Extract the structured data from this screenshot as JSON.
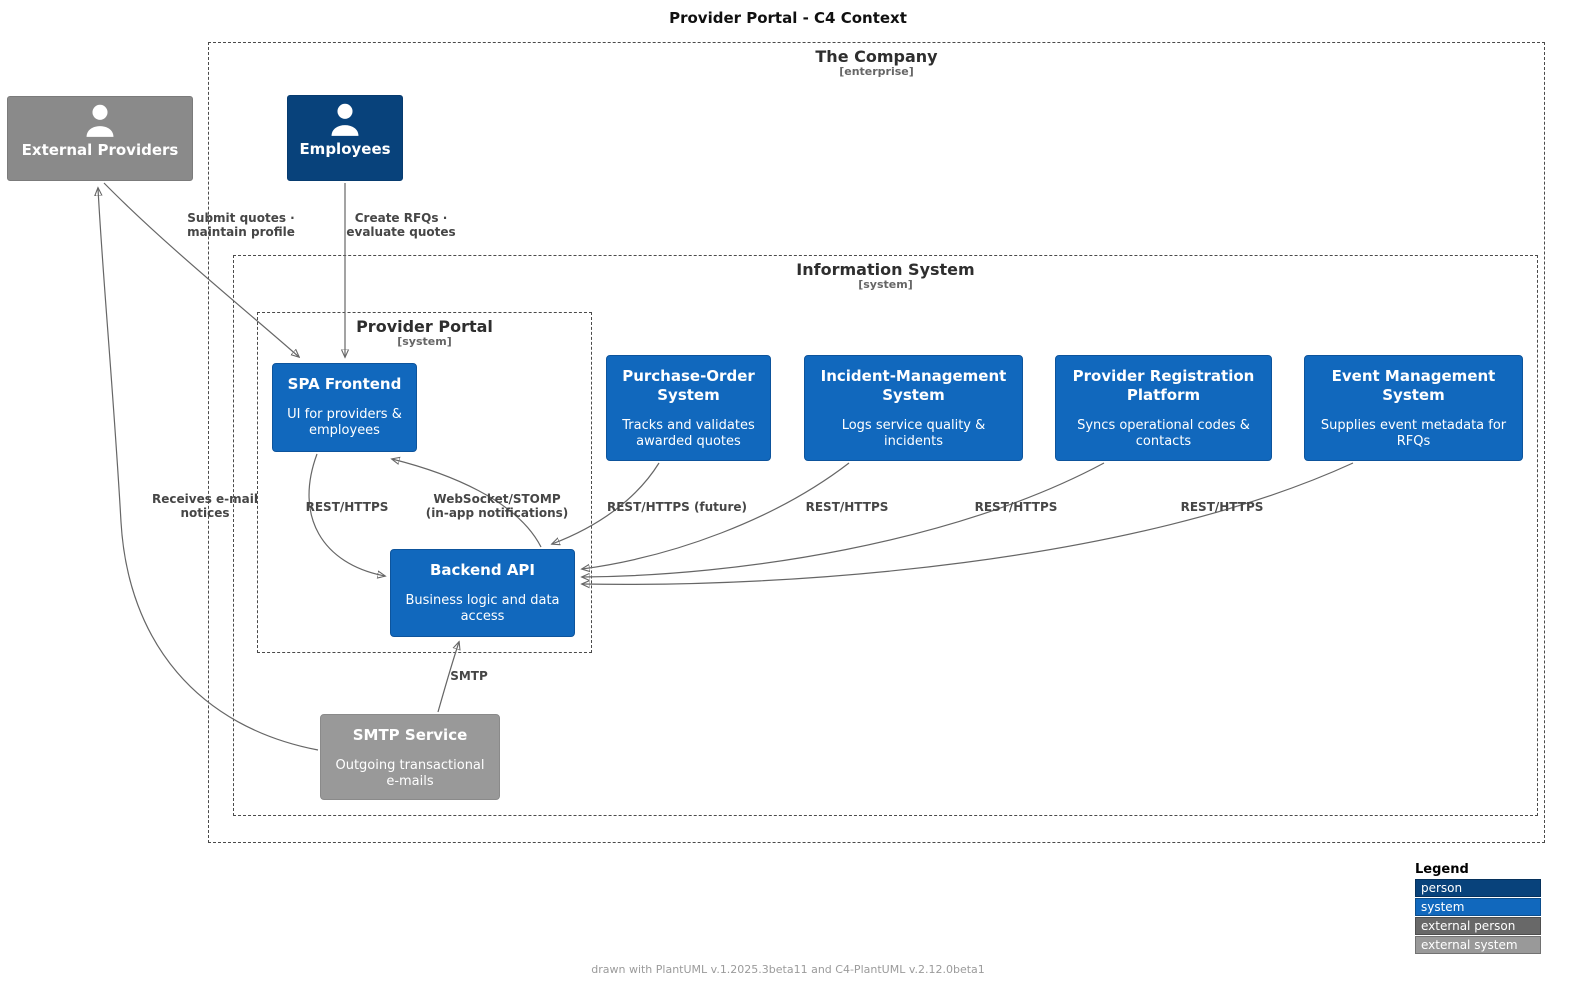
{
  "diagram": {
    "title": "Provider Portal - C4 Context",
    "footer": "drawn with PlantUML v.1.2025.3beta11 and C4-PlantUML v.2.12.0beta1"
  },
  "boundaries": {
    "company": {
      "label": "The Company",
      "type": "[enterprise]"
    },
    "information_system": {
      "label": "Information System",
      "type": "[system]"
    },
    "provider_portal": {
      "label": "Provider Portal",
      "type": "[system]"
    }
  },
  "nodes": {
    "external_providers": {
      "label": "External Providers"
    },
    "employees": {
      "label": "Employees"
    },
    "spa_frontend": {
      "label": "SPA Frontend",
      "desc": "UI for providers &\nemployees"
    },
    "purchase_order": {
      "label": "Purchase-Order\nSystem",
      "desc": "Tracks and validates\nawarded quotes"
    },
    "incident_management": {
      "label": "Incident-Management\nSystem",
      "desc": "Logs service quality &\nincidents"
    },
    "provider_registration": {
      "label": "Provider Registration\nPlatform",
      "desc": "Syncs operational codes &\ncontacts"
    },
    "event_management": {
      "label": "Event Management\nSystem",
      "desc": "Supplies event metadata for\nRFQs"
    },
    "backend_api": {
      "label": "Backend API",
      "desc": "Business logic and data\naccess"
    },
    "smtp_service": {
      "label": "SMTP Service",
      "desc": "Outgoing transactional\ne-mails"
    }
  },
  "relations": {
    "submit_quotes": "Submit quotes ·\nmaintain profile",
    "create_rfqs": "Create RFQs ·\nevaluate quotes",
    "spa_rest": "REST/HTTPS",
    "websocket": "WebSocket/STOMP\n(in-app notifications)",
    "purchase_rest": "REST/HTTPS (future)",
    "incident_rest": "REST/HTTPS",
    "registration_rest": "REST/HTTPS",
    "event_rest": "REST/HTTPS",
    "smtp": "SMTP",
    "receives_email": "Receives e-mail\nnotices"
  },
  "legend": {
    "title": "Legend",
    "items": [
      {
        "label": "person",
        "color": "#08427b"
      },
      {
        "label": "system",
        "color": "#1168bd"
      },
      {
        "label": "external person",
        "color": "#686868"
      },
      {
        "label": "external system",
        "color": "#999999"
      }
    ]
  },
  "colors": {
    "person": "#08427b",
    "system": "#1168bd",
    "external_person": "#8a8a8a",
    "external_system": "#999999",
    "arrow": "#666666"
  }
}
